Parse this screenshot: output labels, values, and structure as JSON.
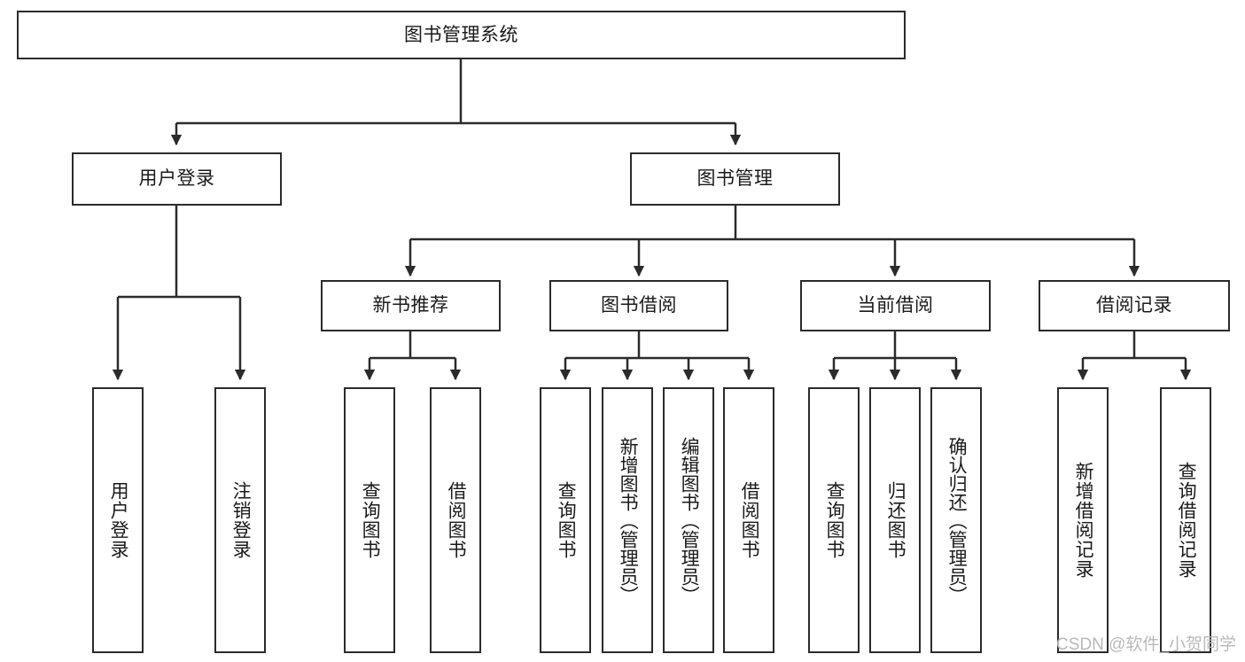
{
  "diagram": {
    "title": "图书管理系统",
    "type": "tree-hierarchy",
    "watermark": "CSDN @软件_小贺同学",
    "colors": {
      "stroke": "#2b2b2b",
      "fill": "#ffffff",
      "text": "#1a1a1a",
      "watermark": "#b9b9b9"
    },
    "root": {
      "label": "图书管理系统"
    },
    "level2": [
      {
        "label": "用户登录"
      },
      {
        "label": "图书管理"
      }
    ],
    "level3": [
      {
        "label": "新书推荐"
      },
      {
        "label": "图书借阅"
      },
      {
        "label": "当前借阅"
      },
      {
        "label": "借阅记录"
      }
    ],
    "leaves": {
      "user_login": [
        {
          "label": "用户登录"
        },
        {
          "label": "注销登录"
        }
      ],
      "new_book_recommend": [
        {
          "label": "查询图书"
        },
        {
          "label": "借阅图书"
        }
      ],
      "book_borrow": [
        {
          "label": "查询图书"
        },
        {
          "label": "新增图书（管理员）"
        },
        {
          "label": "编辑图书（管理员）"
        },
        {
          "label": "借阅图书"
        }
      ],
      "current_borrow": [
        {
          "label": "查询图书"
        },
        {
          "label": "归还图书"
        },
        {
          "label": "确认归还（管理员）"
        }
      ],
      "borrow_record": [
        {
          "label": "新增借阅记录"
        },
        {
          "label": "查询借阅记录"
        }
      ]
    }
  }
}
